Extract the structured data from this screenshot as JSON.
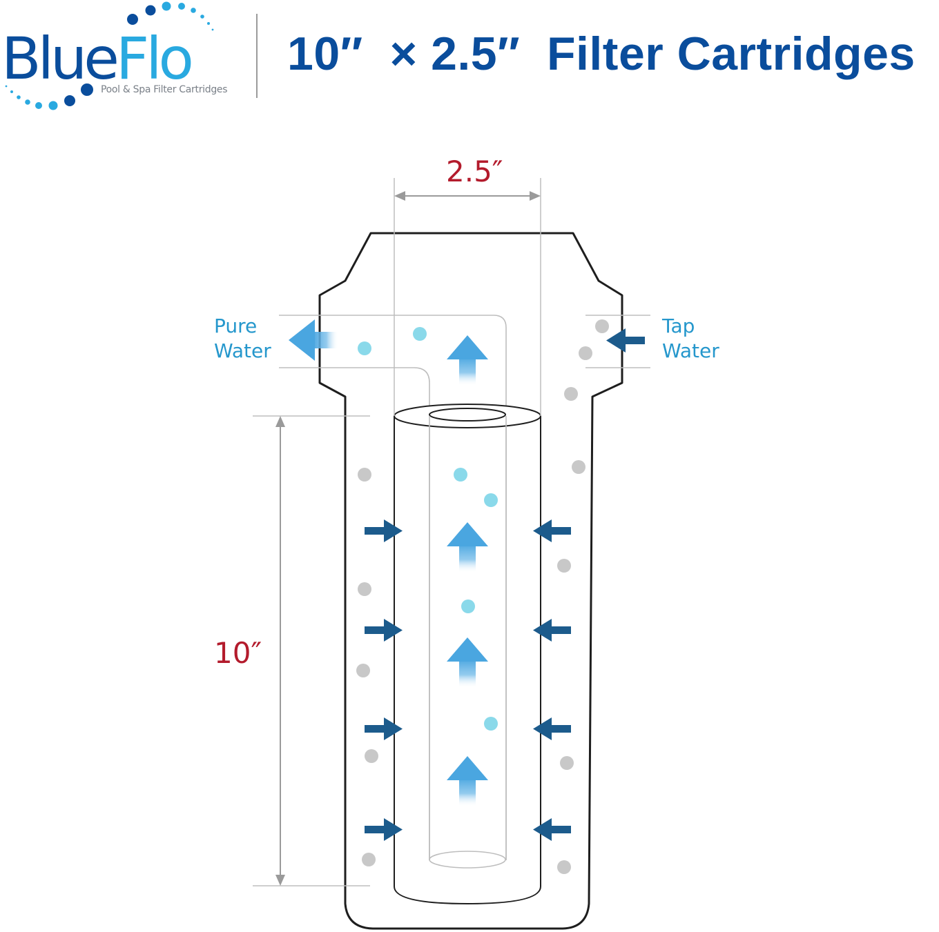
{
  "logo": {
    "word_blue": "Blue",
    "word_flo": "Flo",
    "tagline": "Pool & Spa Filter Cartridges"
  },
  "title": "10″  × 2.5″  Filter Cartridges",
  "diagram": {
    "dimension_width": "2.5″",
    "dimension_height": "10″",
    "inlet_label": [
      "Tap",
      "Water"
    ],
    "outlet_label": [
      "Pure",
      "Water"
    ]
  },
  "colors": {
    "brand_dark_blue": "#0a4d9c",
    "brand_light_blue": "#29a9e0",
    "dimension_red": "#b31b2c",
    "inflow_arrow": "#1c5b8c",
    "upflow_arrow": "#4aa6e0",
    "clean_particle": "#8ad9ea",
    "dirty_particle": "#c8c8c8"
  }
}
